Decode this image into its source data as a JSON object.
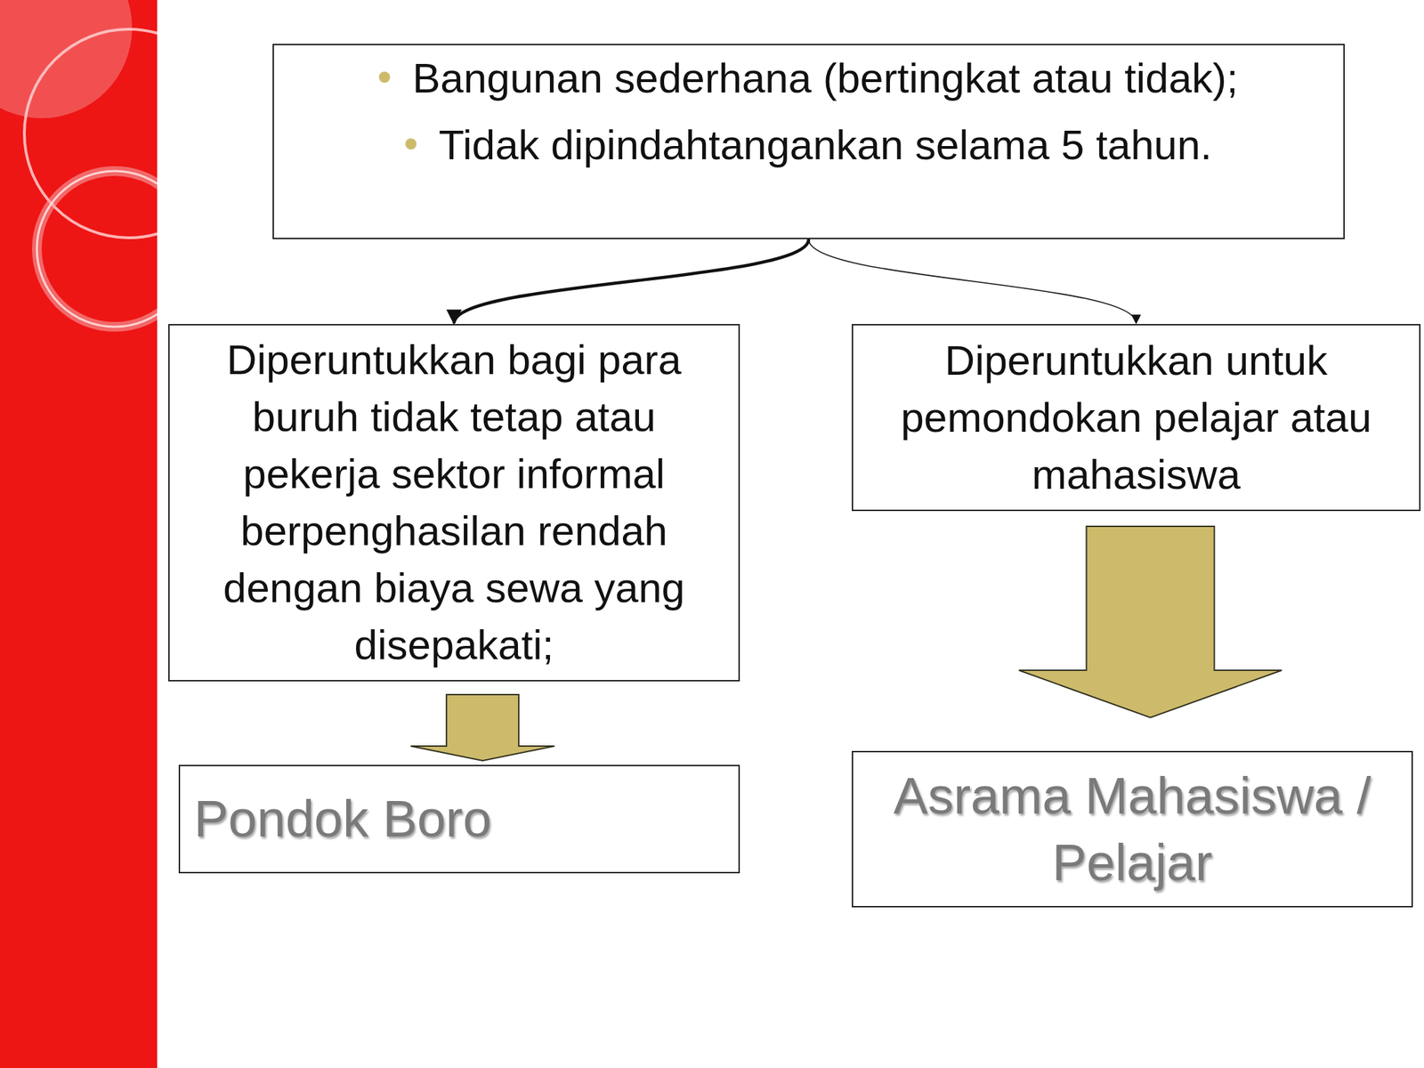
{
  "diagram": {
    "nodes": [
      {
        "text": [
          "Bangunan sederhana (bertingkat atau tidak);",
          "Tidak dipindahtangankan selama 5 tahun."
        ]
      },
      {
        "text": [
          "Diperuntukkan bagi para buruh tidak tetap atau pekerja sektor informal berpenghasilan rendah dengan biaya sewa yang disepakati;"
        ]
      },
      {
        "text": [
          "Diperuntukkan untuk pemondokan pelajar atau mahasiswa"
        ]
      },
      {
        "text": [
          "Pondok Boro"
        ]
      },
      {
        "text": [
          "Asrama Mahasiswa / Pelajar"
        ]
      }
    ],
    "edges": [
      {
        "from": 0,
        "to": 1,
        "arrow": "to"
      },
      {
        "from": 0,
        "to": 2,
        "arrow": "to"
      },
      {
        "from": 1,
        "to": 3,
        "arrow": "to"
      },
      {
        "from": 2,
        "to": 4,
        "arrow": "to"
      }
    ]
  }
}
